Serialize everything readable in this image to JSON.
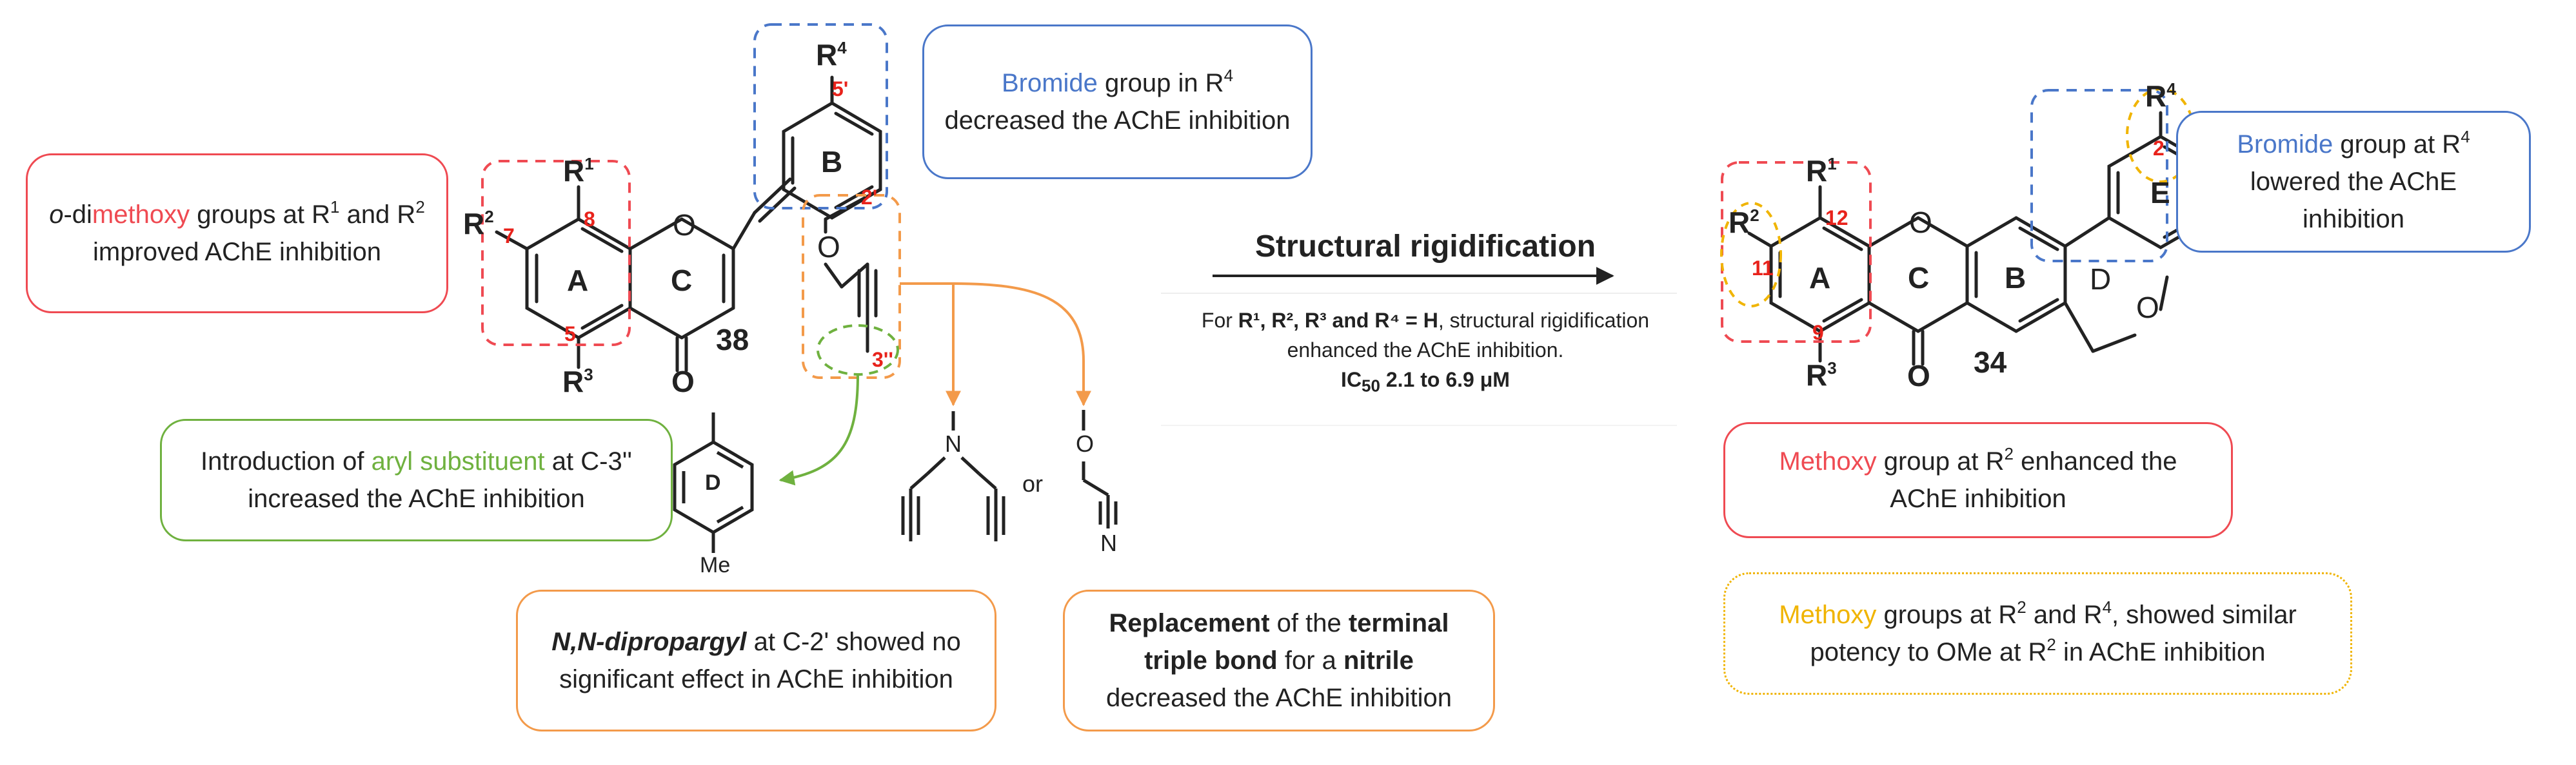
{
  "compound_left": {
    "number": "38",
    "ring_labels": [
      "A",
      "C",
      "B"
    ],
    "substituents": {
      "r1": "R",
      "r1_sup": "1",
      "r2": "R",
      "r2_sup": "2",
      "r3": "R",
      "r3_sup": "3",
      "r4": "R",
      "r4_sup": "4"
    },
    "positions": {
      "p8": "8",
      "p7": "7",
      "p5": "5",
      "p5p": "5'",
      "p2p": "2'",
      "p3pp": "3''"
    },
    "atoms": {
      "o_ring": "O",
      "o_ketone": "O",
      "o_ether": "O"
    }
  },
  "compound_right": {
    "number": "34",
    "ring_labels": [
      "A",
      "C",
      "B",
      "D",
      "E"
    ],
    "substituents": {
      "r1": "R",
      "r1_sup": "1",
      "r2": "R",
      "r2_sup": "2",
      "r3": "R",
      "r3_sup": "3",
      "r4": "R",
      "r4_sup": "4"
    },
    "positions": {
      "p12": "12",
      "p11": "11",
      "p9": "9",
      "p2": "2"
    },
    "atoms": {
      "o_ring": "O",
      "o_ketone": "O",
      "o_ether": "O"
    }
  },
  "replacements": {
    "aryl_ring": "D",
    "aryl_me": "Me",
    "amine_n": "N",
    "or": "or",
    "nitrile_o": "O",
    "nitrile_n": "N"
  },
  "middle": {
    "title": "Structural rigidification",
    "note_prefix": "For ",
    "note_cond": "R¹, R², R³ and R⁴ = H",
    "note_rest": ", structural rigidification enhanced the AChE inhibition.",
    "ic50_label": "IC",
    "ic50_sub": "50",
    "ic50_value": " 2.1 to 6.9 μM"
  },
  "annotations": {
    "dimethoxy": {
      "pre": "o",
      "dash": "-di",
      "hl": "methoxy",
      "post1": " groups at R",
      "sup1": "1",
      "post2": " and R",
      "sup2": "2",
      "post3": " improved AChE inhibition"
    },
    "bromide_left": {
      "hl": "Bromide",
      "post1": " group in R",
      "sup": "4",
      "post2": " decreased the AChE inhibition"
    },
    "aryl": {
      "pre": "Introduction of ",
      "hl": "aryl substituent",
      "post": " at C-3'' increased the AChE inhibition"
    },
    "dipropargyl": {
      "hl": "N,N-dipropargyl",
      "post": " at C-2' showed no significant effect in AChE inhibition"
    },
    "nitrile": {
      "b1": "Replacement",
      "t1": " of the ",
      "b2": "terminal triple bond",
      "t2": " for a ",
      "b3": "nitrile",
      "t3": " decreased the AChE inhibition"
    },
    "bromide_right": {
      "hl": "Bromide",
      "post1": " group at R",
      "sup": "4",
      "post2": " lowered the AChE inhibition"
    },
    "methoxy_r2": {
      "hl": "Methoxy",
      "post1": " group at R",
      "sup": "2",
      "post2": " enhanced the AChE inhibition"
    },
    "methoxy_r2r4": {
      "hl": "Methoxy",
      "post1": " groups at R",
      "sup1": "2",
      "post2": " and R",
      "sup2": "4",
      "post3": ", showed similar potency to OMe at R",
      "sup3": "2",
      "post4": " in AChE inhibition"
    }
  },
  "colors": {
    "red": "#ef4a52",
    "blue": "#4a77c9",
    "green": "#6fb13f",
    "orange": "#f39a4a",
    "yellow": "#f0b400",
    "number_red": "#e8221b"
  }
}
